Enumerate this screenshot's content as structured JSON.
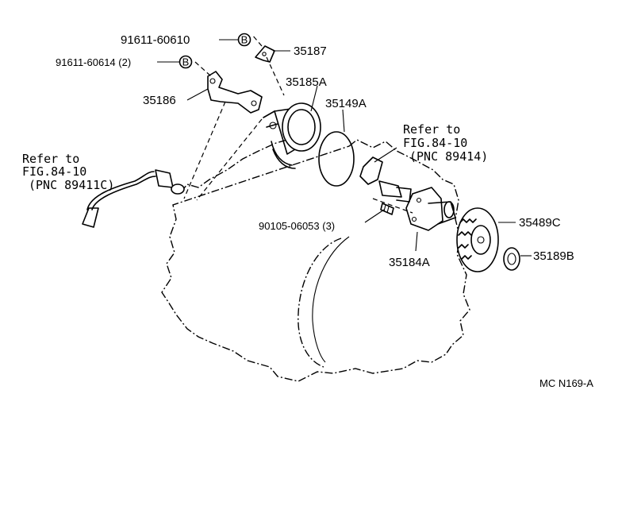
{
  "diagram": {
    "parts": {
      "p91611_60610": "91611-60610",
      "p91611_60614": "91611-60614 (2)",
      "p35187": "35187",
      "p35185A": "35185A",
      "p35186": "35186",
      "p35149A": "35149A",
      "p90105_06053": "90105-06053 (3)",
      "p35184A": "35184A",
      "p35489C": "35489C",
      "p35189B": "35189B"
    },
    "circle_marker": "B",
    "refs": {
      "left": {
        "line1": "Refer to",
        "line2": "FIG.84-10",
        "line3": "(PNC 89411C)"
      },
      "right": {
        "line1": "Refer to",
        "line2": "FIG.84-10",
        "line3": "(PNC 89414)"
      }
    },
    "figure_code": "MC N169-A"
  }
}
